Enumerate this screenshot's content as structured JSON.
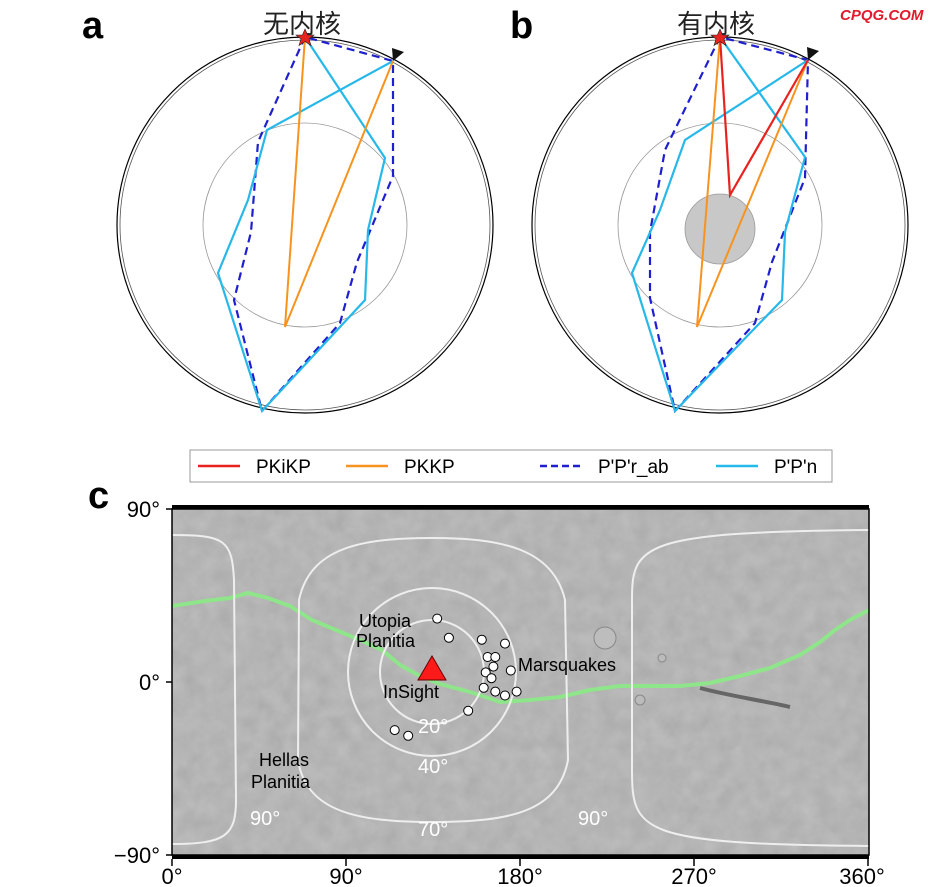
{
  "watermark": "CPQG.COM",
  "panel_a": {
    "label": "a",
    "title": "无内核"
  },
  "panel_b": {
    "label": "b",
    "title": "有内核"
  },
  "panel_c": {
    "label": "c"
  },
  "legend": [
    {
      "label": "PKiKP",
      "color": "#e8231f",
      "style": "solid"
    },
    {
      "label": "PKKP",
      "color": "#f7931e",
      "style": "solid"
    },
    {
      "label": "P'P'r_ab",
      "color": "#1f1fcf",
      "style": "dashed"
    },
    {
      "label": "P'P'n",
      "color": "#27b8ea",
      "style": "solid"
    }
  ],
  "map": {
    "x_ticks": [
      "0°",
      "90°",
      "180°",
      "270°",
      "360°"
    ],
    "y_ticks": [
      "90°",
      "0°",
      "−90°"
    ],
    "names": {
      "utopia": [
        "Utopia",
        "Planitia"
      ],
      "hellas": [
        "Hellas",
        "Planitia"
      ],
      "insight": "InSight",
      "marsquakes": "Marsquakes"
    },
    "contour_labels": {
      "c20": "20°",
      "c40": "40°",
      "c70": "70°",
      "c90_left": "90°",
      "c90_right": "90°"
    },
    "marsquakes_lonlat": [
      [
        137,
        33
      ],
      [
        143,
        23
      ],
      [
        160,
        22
      ],
      [
        172,
        20
      ],
      [
        163,
        13
      ],
      [
        167,
        13
      ],
      [
        166,
        8
      ],
      [
        175,
        6
      ],
      [
        162,
        5
      ],
      [
        165,
        2
      ],
      [
        161,
        -3
      ],
      [
        167,
        -5
      ],
      [
        172,
        -7
      ],
      [
        178,
        -5
      ],
      [
        153,
        -15
      ],
      [
        115,
        -25
      ],
      [
        122,
        -28
      ]
    ],
    "insight_lonlat": [
      135.6,
      4.5
    ]
  }
}
